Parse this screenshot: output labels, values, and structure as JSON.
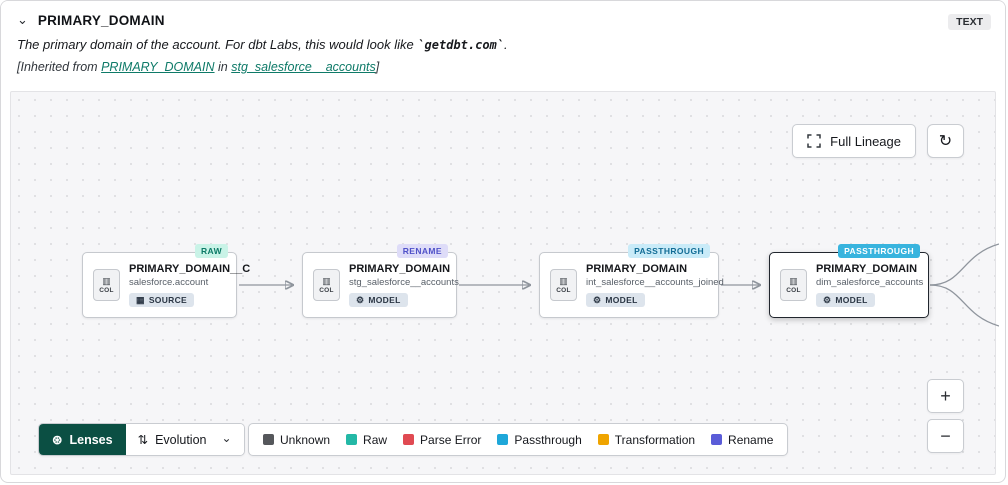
{
  "header": {
    "title": "PRIMARY_DOMAIN",
    "type_badge": "TEXT",
    "description_prefix": "The primary domain of the account. For dbt Labs, this would look like ",
    "description_code": "`getdbt.com`",
    "description_suffix": ".",
    "inherited_prefix": "[Inherited from ",
    "inherited_link_column": "PRIMARY_DOMAIN",
    "inherited_mid": " in ",
    "inherited_link_model": "stg_salesforce__accounts",
    "inherited_suffix": "]"
  },
  "toolbar": {
    "full_lineage_label": "Full Lineage"
  },
  "nodes": [
    {
      "badge": "RAW",
      "title": "PRIMARY_DOMAIN__C",
      "subtitle": "salesforce.account",
      "col_label": "COL",
      "type": "SOURCE"
    },
    {
      "badge": "RENAME",
      "title": "PRIMARY_DOMAIN",
      "subtitle": "stg_salesforce__accounts",
      "col_label": "COL",
      "type": "MODEL"
    },
    {
      "badge": "PASSTHROUGH",
      "title": "PRIMARY_DOMAIN",
      "subtitle": "int_salesforce__accounts_joined",
      "col_label": "COL",
      "type": "MODEL"
    },
    {
      "badge": "PASSTHROUGH",
      "title": "PRIMARY_DOMAIN",
      "subtitle": "dim_salesforce_accounts",
      "col_label": "COL",
      "type": "MODEL"
    }
  ],
  "footer": {
    "lenses_label": "Lenses",
    "evolution_label": "Evolution",
    "legend": [
      {
        "label": "Unknown",
        "color": "#55575b"
      },
      {
        "label": "Raw",
        "color": "#23b8a6"
      },
      {
        "label": "Parse Error",
        "color": "#e04a52"
      },
      {
        "label": "Passthrough",
        "color": "#1ea7d9"
      },
      {
        "label": "Transformation",
        "color": "#efa400"
      },
      {
        "label": "Rename",
        "color": "#5a5cd8"
      }
    ]
  },
  "zoom": {
    "in_label": "+",
    "out_label": "−"
  },
  "icons": {
    "collapse_chevron": "⌄",
    "chevron_down": "⌄",
    "refresh": "↻",
    "lens": "⊛",
    "evolution": "⇅",
    "col_glyph": "▥",
    "source": "▦",
    "model": "⚙"
  },
  "colors": {
    "raw-bg": "#c9f3e7",
    "raw-text": "#0c7a66",
    "rename-bg": "#dedcf8",
    "rename-text": "#4f51c8",
    "pass-bg": "#c9ebf8",
    "pass-text": "#136d96",
    "pass-solid-bg": "#38b4de",
    "pass-solid-text": "#ffffff",
    "lenses-bg": "#0b4f43",
    "link": "#0e7a68"
  }
}
